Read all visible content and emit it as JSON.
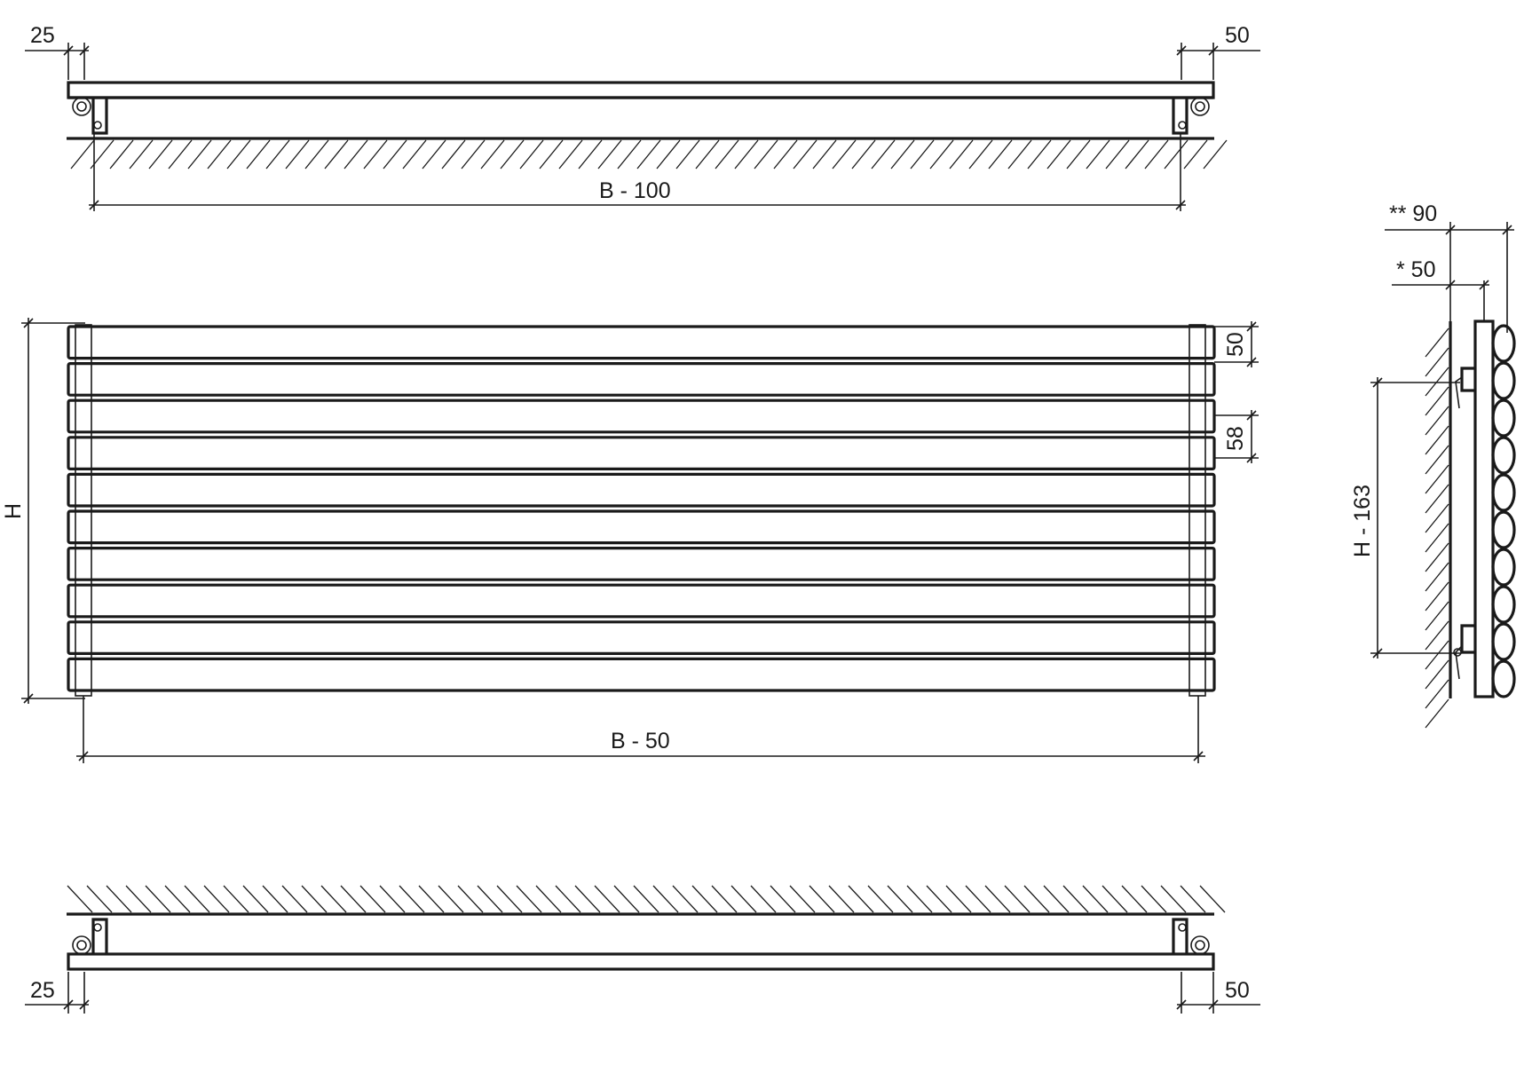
{
  "labels": {
    "top_left_offset": "25",
    "top_right_offset": "50",
    "top_width": "B - 100",
    "front_height": "H",
    "front_width": "B - 50",
    "bar_height": "50",
    "bar_pitch": "58",
    "bottom_left_offset": "25",
    "bottom_right_offset": "50",
    "side_depth_max": "** 90",
    "side_depth_min": "* 50",
    "side_bracket_spacing": "H - 163"
  },
  "radiator": {
    "bar_count": 10,
    "side_tube_count": 10
  },
  "colors": {
    "line": "#1a1a1a",
    "background": "#ffffff"
  }
}
